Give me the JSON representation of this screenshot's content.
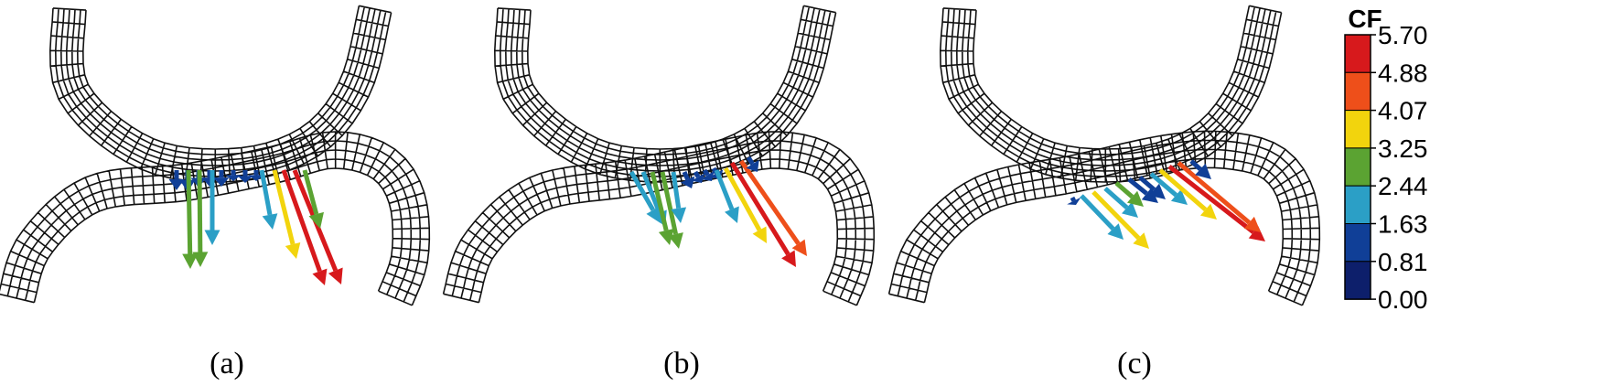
{
  "panels": [
    {
      "label": "(a)",
      "shift": 0.0
    },
    {
      "label": "(b)",
      "shift": 0.5
    },
    {
      "label": "(c)",
      "shift": 1.0
    }
  ],
  "legend": {
    "title": "CF",
    "ticks": [
      "5.70",
      "4.88",
      "4.07",
      "3.25",
      "2.44",
      "1.63",
      "0.81",
      "0.00"
    ],
    "colors": [
      "#d7191c",
      "#ee4f1a",
      "#f2d40d",
      "#5ba332",
      "#2b9fc6",
      "#103f97",
      "#0d1f6b"
    ]
  }
}
